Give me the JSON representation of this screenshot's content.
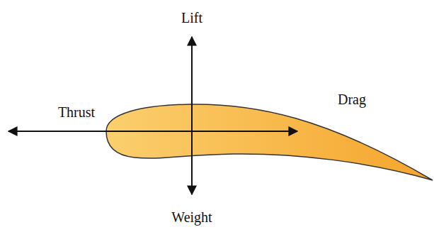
{
  "diagram": {
    "labels": [
      "Lift",
      "Thrust",
      "Drag",
      "Weight"
    ]
  }
}
